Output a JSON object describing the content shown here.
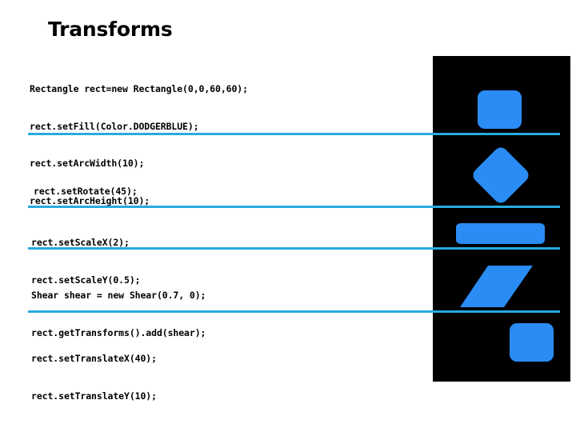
{
  "slide": {
    "title": "Transforms",
    "background_color": "#ffffff",
    "accent_color": "#27aae1",
    "shape_color": "#2a8cf4",
    "panel_color": "#000000"
  },
  "sections": [
    {
      "id": "construction",
      "code_lines": [
        "Rectangle rect=new Rectangle(0,0,60,60);",
        "rect.setFill(Color.DODGERBLUE);",
        "rect.setArcWidth(10);",
        "rect.setArcHeight(10);"
      ],
      "shape_name": "rounded-rectangle"
    },
    {
      "id": "rotate",
      "code_lines": [
        "rect.setRotate(45);"
      ],
      "shape_name": "rotated-rectangle"
    },
    {
      "id": "scale",
      "code_lines": [
        "rect.setScaleX(2);",
        "rect.setScaleY(0.5);"
      ],
      "shape_name": "scaled-rectangle"
    },
    {
      "id": "shear",
      "code_lines": [
        "Shear shear = new Shear(0.7, 0);",
        "rect.getTransforms().add(shear);"
      ],
      "shape_name": "sheared-rectangle"
    },
    {
      "id": "translate",
      "code_lines": [
        "rect.setTranslateX(40);",
        "rect.setTranslateY(10);"
      ],
      "shape_name": "translated-rectangle"
    }
  ]
}
